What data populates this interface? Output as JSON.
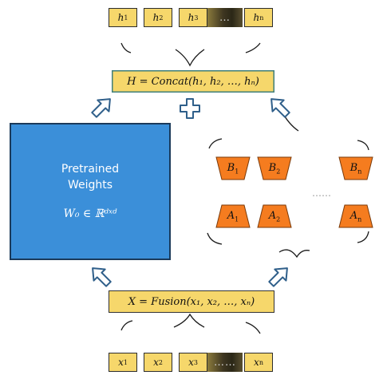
{
  "outputs": {
    "tokens": [
      {
        "base": "h",
        "sub": "1"
      },
      {
        "base": "h",
        "sub": "2"
      },
      {
        "base": "h",
        "sub": "3"
      },
      {
        "base": "h",
        "sub": "n"
      }
    ],
    "ellipsis": "…"
  },
  "concat": {
    "label": "H = Concat(h₁, h₂, …, hₙ)"
  },
  "plus": "+",
  "weights": {
    "line1": "Pretrained",
    "line2": "Weights",
    "formula": "W₀ ∈ ℝᵈˣᵈ"
  },
  "adapters": {
    "b": [
      {
        "base": "B",
        "sub": "1"
      },
      {
        "base": "B",
        "sub": "2"
      },
      {
        "base": "B",
        "sub": "n"
      }
    ],
    "a": [
      {
        "base": "A",
        "sub": "1"
      },
      {
        "base": "A",
        "sub": "2"
      },
      {
        "base": "A",
        "sub": "n"
      }
    ],
    "ellipsis": "……"
  },
  "fusion": {
    "label": "X = Fusion(x₁, x₂, …, xₙ)"
  },
  "inputs": {
    "tokens": [
      {
        "base": "x",
        "sub": "1"
      },
      {
        "base": "x",
        "sub": "2"
      },
      {
        "base": "x",
        "sub": "3"
      },
      {
        "base": "x",
        "sub": "n"
      }
    ],
    "ellipsis": "……"
  },
  "colors": {
    "token_fill": "#f6d76b",
    "weights_fill": "#3b8fd9",
    "adapter_fill": "#f57c1f",
    "arrow_fill": "#ffffff",
    "arrow_stroke": "#2f5f8a"
  }
}
